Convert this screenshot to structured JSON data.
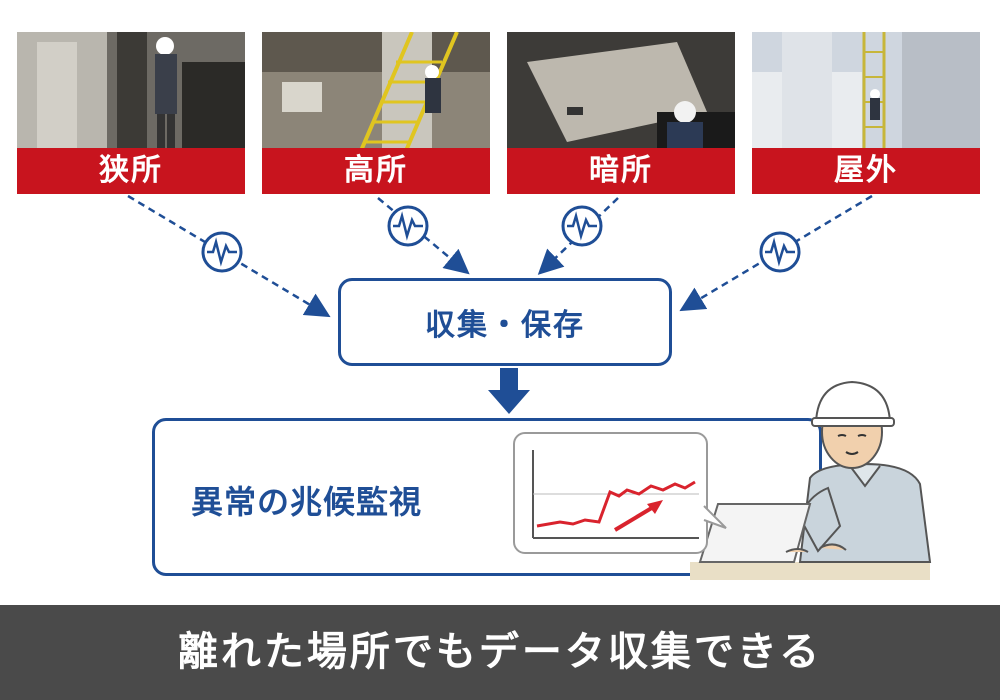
{
  "locations": [
    {
      "label": "狭所",
      "photo_icon": "worker-in-narrow-space-photo"
    },
    {
      "label": "高所",
      "photo_icon": "worker-on-ladder-photo"
    },
    {
      "label": "暗所",
      "photo_icon": "worker-in-manhole-photo"
    },
    {
      "label": "屋外",
      "photo_icon": "outdoor-tank-ladder-photo"
    }
  ],
  "collect_label": "収集・保存",
  "monitor_label": "異常の兆候監視",
  "caption": "離れた場所でもデータ収集できる",
  "colors": {
    "accent_red": "#c8141e",
    "accent_blue": "#1f4e96",
    "caption_bg": "#4a4a4a",
    "trend_red": "#d9232d"
  },
  "signal_icon": "sensor-wave-icon",
  "worker_icon": "helmet-worker-laptop-icon"
}
